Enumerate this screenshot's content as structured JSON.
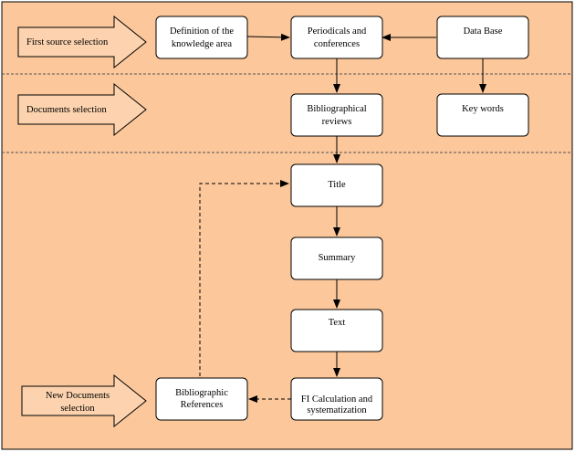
{
  "colors": {
    "background": "#fcc79a",
    "box_fill": "#ffffff",
    "arrow_fill": "#fcd3ae",
    "stroke": "#000000",
    "separator": "#555555"
  },
  "stages": {
    "first_source_selection": "First source selection",
    "documents_selection": "Documents selection",
    "new_documents_selection": [
      "New Documents",
      "selection"
    ]
  },
  "nodes": {
    "definition": [
      "Definition of the",
      "knowledge area"
    ],
    "periodicals": [
      "Periodicals and",
      "conferences"
    ],
    "database": [
      "Data Base"
    ],
    "bibliographical_reviews": [
      "Bibliographical",
      "reviews"
    ],
    "key_words": [
      "Key words"
    ],
    "title": [
      "Title"
    ],
    "summary": [
      "Summary"
    ],
    "text": [
      "Text"
    ],
    "fi_calculation": [
      "FI Calculation and",
      "systematization"
    ],
    "bibliographic_references": [
      "Bibliographic",
      "References"
    ]
  },
  "edges": [
    {
      "from": "definition",
      "to": "periodicals",
      "style": "solid"
    },
    {
      "from": "database",
      "to": "periodicals",
      "style": "solid"
    },
    {
      "from": "periodicals",
      "to": "bibliographical_reviews",
      "style": "solid"
    },
    {
      "from": "database",
      "to": "key_words",
      "style": "solid"
    },
    {
      "from": "bibliographical_reviews",
      "to": "title",
      "style": "solid"
    },
    {
      "from": "title",
      "to": "summary",
      "style": "solid"
    },
    {
      "from": "summary",
      "to": "text",
      "style": "solid"
    },
    {
      "from": "text",
      "to": "fi_calculation",
      "style": "solid"
    },
    {
      "from": "fi_calculation",
      "to": "bibliographic_references",
      "style": "dashed"
    },
    {
      "from": "bibliographic_references",
      "to": "title",
      "style": "dashed"
    }
  ]
}
